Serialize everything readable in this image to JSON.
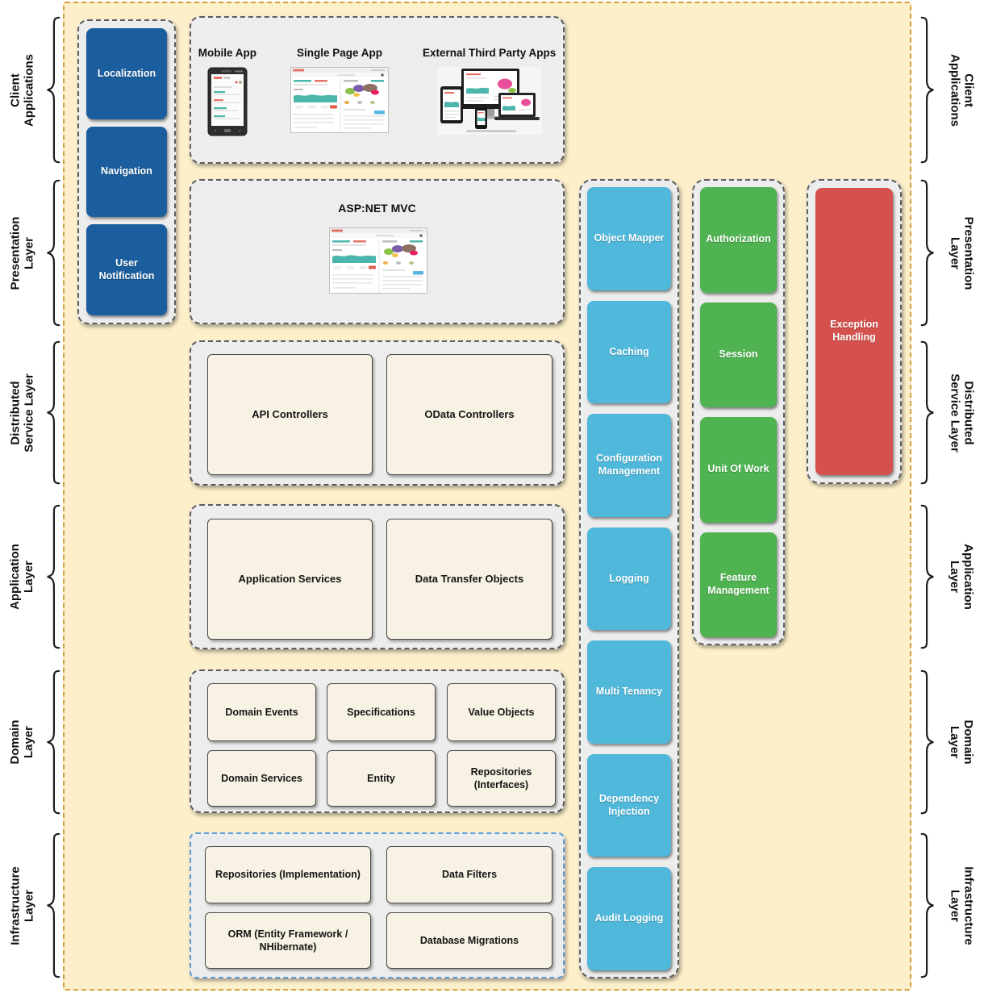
{
  "layers": [
    {
      "id": "client-applications",
      "label": "Client\nApplications"
    },
    {
      "id": "presentation-layer",
      "label": "Presentation\nLayer"
    },
    {
      "id": "distributed-service-layer",
      "label": "Distributed\nService Layer"
    },
    {
      "id": "application-layer",
      "label": "Application\nLayer"
    },
    {
      "id": "domain-layer",
      "label": "Domain\nLayer"
    },
    {
      "id": "infrastructure-layer",
      "label": "Infrastructure\nLayer"
    }
  ],
  "presentation_sidebar": {
    "boxes": [
      "Localization",
      "Navigation",
      "User Notification"
    ]
  },
  "client_apps": {
    "labels": [
      "Mobile App",
      "Single Page App",
      "External Third Party Apps"
    ]
  },
  "presentation": {
    "title": "ASP:NET MVC"
  },
  "distributed_service": {
    "boxes": [
      "API Controllers",
      "OData Controllers"
    ]
  },
  "application_layer": {
    "boxes": [
      "Application Services",
      "Data Transfer Objects"
    ]
  },
  "domain_layer": {
    "boxes": [
      "Domain Events",
      "Specifications",
      "Value Objects",
      "Domain Services",
      "Entity",
      "Repositories (Interfaces)"
    ]
  },
  "infrastructure_layer": {
    "boxes": [
      "Repositories (Implementation)",
      "Data Filters",
      "ORM (Entity Framework / NHibernate)",
      "Database Migrations"
    ]
  },
  "cross_cutting": {
    "boxes": [
      "Object Mapper",
      "Caching",
      "Configuration Management",
      "Logging",
      "Multi Tenancy",
      "Dependency Injection",
      "Audit Logging"
    ]
  },
  "session_group": {
    "boxes": [
      "Authorization",
      "Session",
      "Unit Of Work",
      "Feature Management"
    ]
  },
  "exception": {
    "label": "Exception Handling"
  },
  "colors": {
    "panel_bg": "#fcefca",
    "panel_border": "#cfa23c",
    "container_bg": "#ededed",
    "container_border": "#5c5c5c",
    "sidebar_blue": "#1a5e9d",
    "cross_cutting_cyan": "#4fb8db",
    "session_green": "#4fb351",
    "exception_red": "#d5514d",
    "component_cream": "#f7f2e3",
    "infrastructure_border_blue": "#5b9bd5"
  }
}
